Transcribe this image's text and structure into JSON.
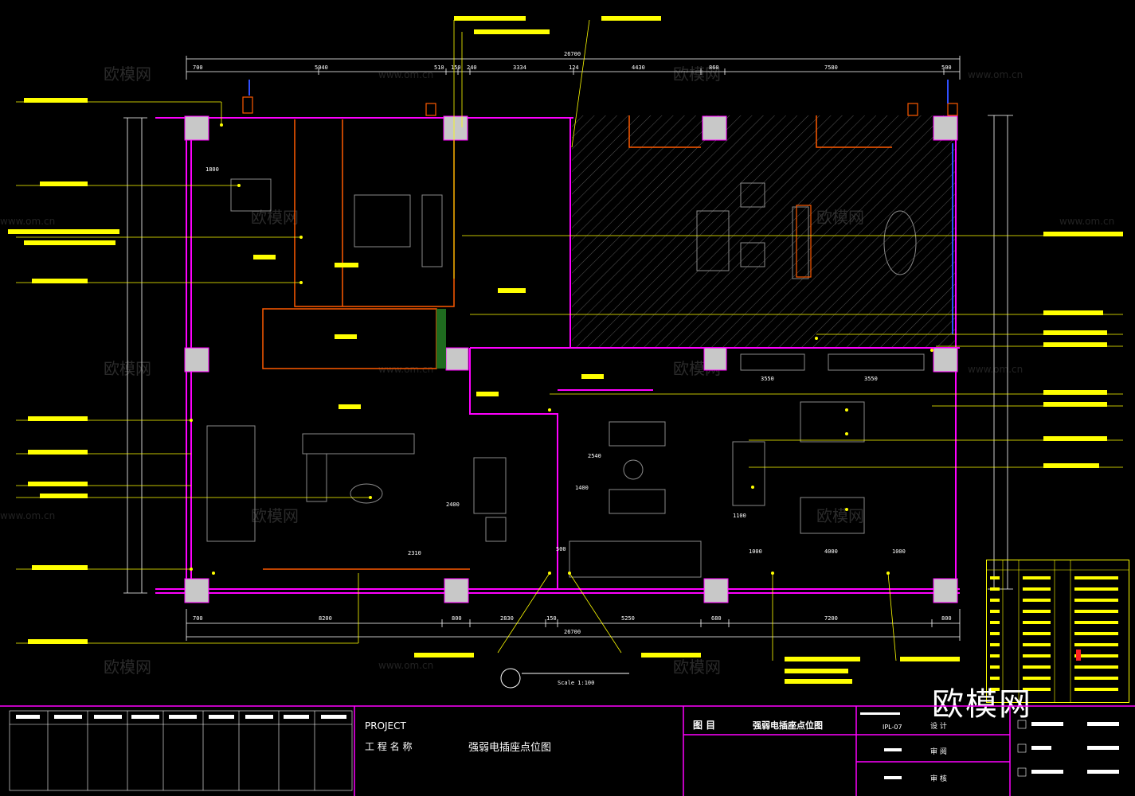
{
  "drawing": {
    "title_block": {
      "project_label": "PROJECT",
      "project_name_label": "工 程 名 称",
      "drawing_name": "强弱电插座点位图",
      "item_label": "图 目",
      "item_value": "强弱电插座点位图",
      "drawing_no_value": "IPL-07",
      "col_labels": [
        "设 计",
        "审 阅",
        "审 核"
      ],
      "checklist": [
        "",
        "",
        ""
      ],
      "brand": "欧模网"
    },
    "dimensions_top": [
      "700",
      "5040",
      "510",
      "150",
      "240",
      "3334",
      "124",
      "4430",
      "860",
      "7580",
      "500"
    ],
    "dimension_top_total": "26700",
    "dimensions_bottom": [
      "700",
      "8200",
      "800",
      "2830",
      "150",
      "5250",
      "680",
      "7200",
      "800"
    ],
    "dimension_bottom_total": "26700",
    "dimensions_inner": [
      "3550",
      "3550",
      "4000",
      "1000",
      "1000",
      "1100",
      "2540",
      "1400",
      "2400",
      "2310",
      "1800",
      "500"
    ],
    "scale_label": "Scale 1:100",
    "watermark": "欧模网",
    "watermark_url": "www.om.cn"
  },
  "colors": {
    "wall": "#ff00ff",
    "annotation": "#ffff00",
    "furniture": "#8a8a8a",
    "column": "#c8c8c8",
    "orange": "#ff5a00",
    "blue": "#3050ff"
  }
}
